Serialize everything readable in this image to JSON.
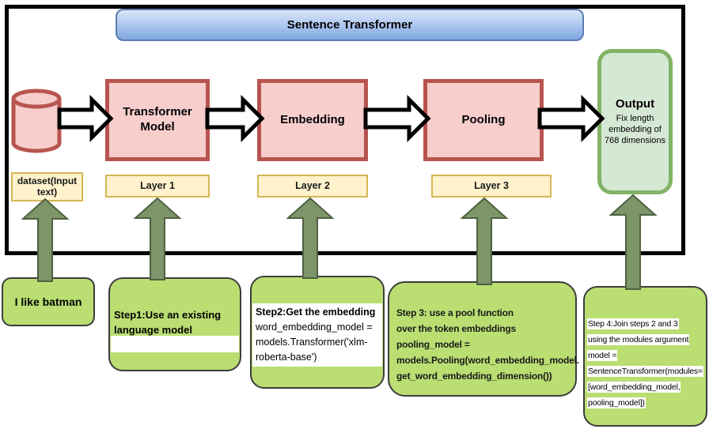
{
  "title": "Sentence Transformer",
  "input": {
    "label": "dataset(Input text)"
  },
  "stages": {
    "transformer": {
      "label": "Transformer Model",
      "layer": "Layer 1"
    },
    "embedding": {
      "label": "Embedding",
      "layer": "Layer 2"
    },
    "pooling": {
      "label": "Pooling",
      "layer": "Layer 3"
    }
  },
  "output": {
    "title": "Output",
    "subtitle": "Fix length embedding of 768 dimensions"
  },
  "notes": {
    "example": {
      "text": "I like batman"
    },
    "step1": {
      "text": "Step1:Use an existing language model"
    },
    "step2": {
      "lines": [
        "Step2:Get the embedding",
        "word_embedding_model =",
        "models.Transformer('xlm-",
        "roberta-base')"
      ]
    },
    "step3": {
      "lines": [
        "Step 3: use a pool function",
        "over the token embeddings",
        "pooling_model =",
        "models.Pooling(word_embedding_model.",
        "get_word_embedding_dimension())"
      ]
    },
    "step4": {
      "lines": [
        "Step 4:Join steps 2 and 3",
        "using the modules argument",
        "model =",
        "SentenceTransformer(modules=",
        "[word_embedding_model,",
        "pooling_model])"
      ]
    }
  },
  "colors": {
    "stage_fill": "#f8cecc",
    "stage_border": "#b85450",
    "label_fill": "#fff2cc",
    "label_border": "#d6b656",
    "output_fill": "#d5e8d4",
    "output_border": "#82b366",
    "note_fill": "#bade72",
    "up_arrow_fill": "#7d9569",
    "title_fill": "#7ea6e0",
    "container_border": "#000000"
  }
}
